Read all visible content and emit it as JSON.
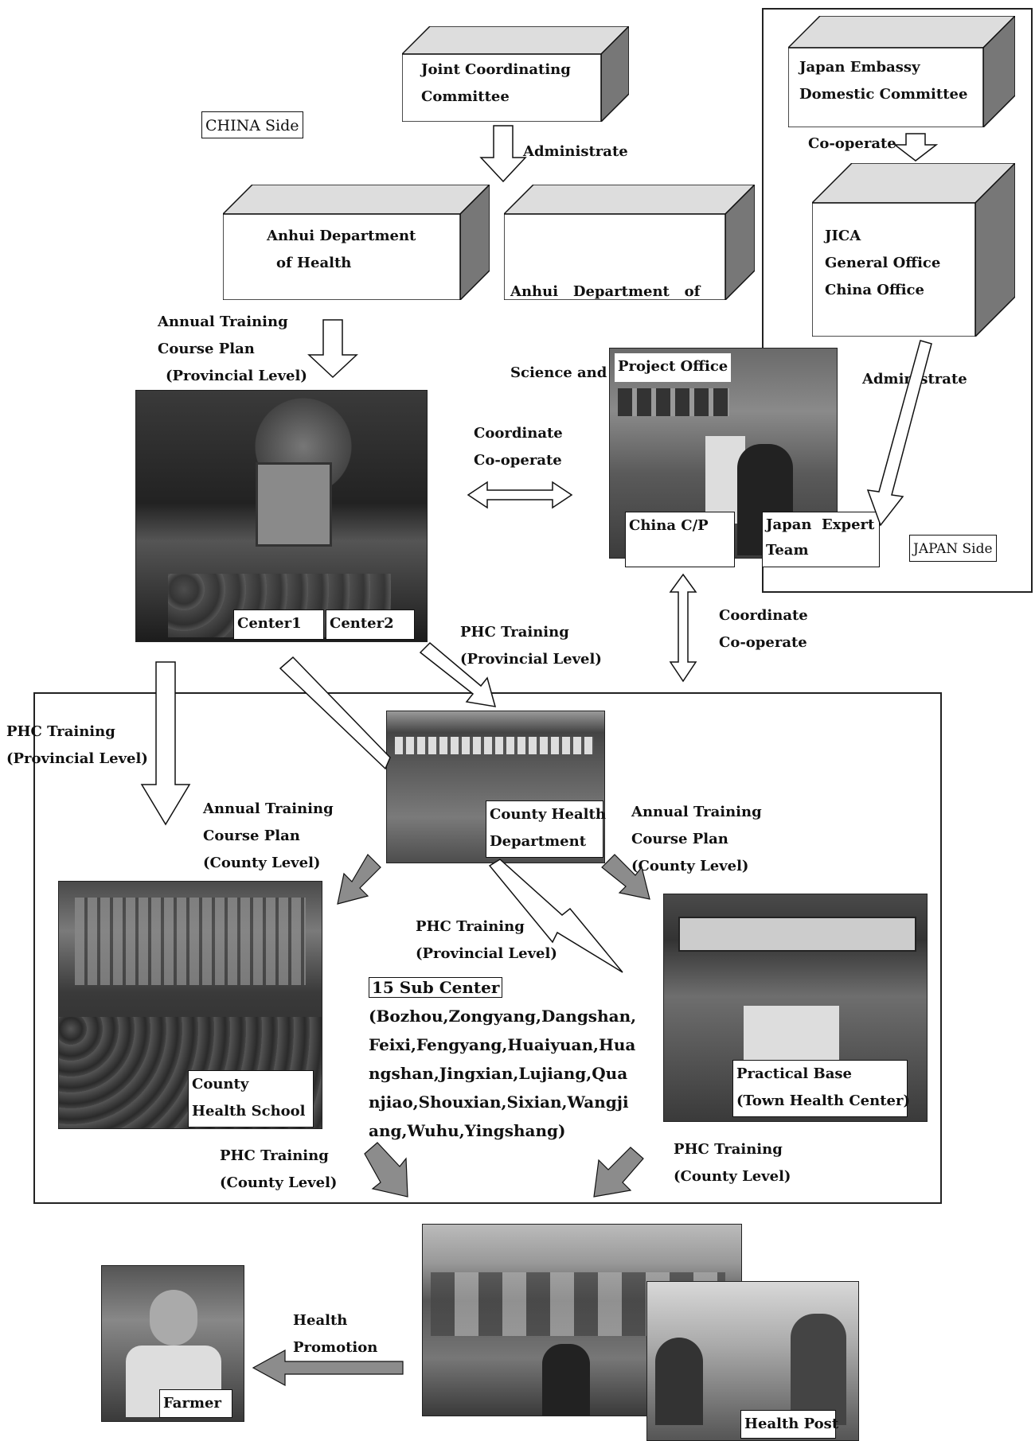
{
  "nodes": {
    "jcc": "Joint Coordinating Committee",
    "japan_embassy": "Japan Embassy Domestic Committee",
    "anhui_health": "Anhui Department of Health",
    "anhui_science": "Anhui Department of Science and Technology",
    "jica": "JICA General Office China Office",
    "project_office": "Project Office",
    "china_cp": "China C/P",
    "japan_expert": "Japan Expert Team",
    "center1": "Center1",
    "center2": "Center2",
    "county_health_dept": "County Health Department",
    "county_health_school": "County Health School",
    "practical_base": "Practical Base (Town Health Center)",
    "sub_center_title": "15 Sub Center",
    "sub_center_list": "(Bozhou,Zongyang,Dangshan,Feixi,Fengyang,Huaiyuan,Huangshan,Jingxian,Lujiang,Quanjiao,Shouxian,Sixian,Wangjiang,Wuhu,Yingshang)",
    "health_post": "Health Post",
    "farmer": "Farmer"
  },
  "side_labels": {
    "china_side": "CHINA Side",
    "japan_side": "JAPAN Side"
  },
  "edge_labels": {
    "administrate_jcc": "Administrate",
    "cooperate_japan": "Co-operate",
    "administrate_jica": "Administrate",
    "annual_prov": "Annual Training Course Plan (Provincial Level)",
    "coordinate_h": "Coordinate Co-operate",
    "coordinate_v": "Coordinate Co-operate",
    "phc_prov_right": "PHC Training (Provincial Level)",
    "phc_prov_left": "PHC Training (Provincial Level)",
    "annual_county_left": "Annual Training Course Plan (County Level)",
    "annual_county_right": "Annual Training Course Plan (County Level)",
    "phc_prov_mid": "PHC Training (Provincial Level)",
    "phc_county_left": "PHC Training (County Level)",
    "phc_county_right": "PHC Training (County Level)",
    "health_promotion": "Health Promotion"
  },
  "text_lines": {
    "jcc_1": "Joint Coordinating",
    "jcc_2": "Committee",
    "embassy_1": "Japan Embassy",
    "embassy_2": "Domestic Committee",
    "health_1": "Anhui Department",
    "health_2": "of Health",
    "sci_1": "Anhui   Department   of",
    "sci_2": "Science and Technology",
    "jica_1": "JICA",
    "jica_2": "General Office",
    "jica_3": "China Office",
    "jet_1": "Japan  Expert",
    "jet_2": "Team",
    "chd_1": "County Health",
    "chd_2": "Department",
    "chs_1": "County",
    "chs_2": "Health School",
    "pb_1": "Practical Base",
    "pb_2": "(Town Health Center)",
    "list_1": "(Bozhou,Zongyang,Dangshan,",
    "list_2": "Feixi,Fengyang,Huaiyuan,Hua",
    "list_3": "ngshan,Jingxian,Lujiang,Qua",
    "list_4": "njiao,Shouxian,Sixian,Wangji",
    "list_5": "ang,Wuhu,Yingshang)",
    "atcp_1": "Annual Training",
    "atcp_2": "Course Plan",
    "atcp_3": "(Provincial Level)",
    "coord_1": "Coordinate",
    "coord_2": "Co-operate",
    "phcp_1": "PHC Training",
    "phcp_2": "(Provincial Level)",
    "atcc_1": "Annual Training",
    "atcc_2": "Course Plan",
    "atcc_3": "(County Level)",
    "phcc_1": "PHC Training",
    "phcc_2": "(County Level)",
    "hp_1": "Health",
    "hp_2": "Promotion"
  },
  "colors": {
    "line": "#111111",
    "gray_arrow": "#8c8c8c",
    "photo_dark": "#2a2a2a",
    "photo_mid": "#6e6e6e"
  }
}
